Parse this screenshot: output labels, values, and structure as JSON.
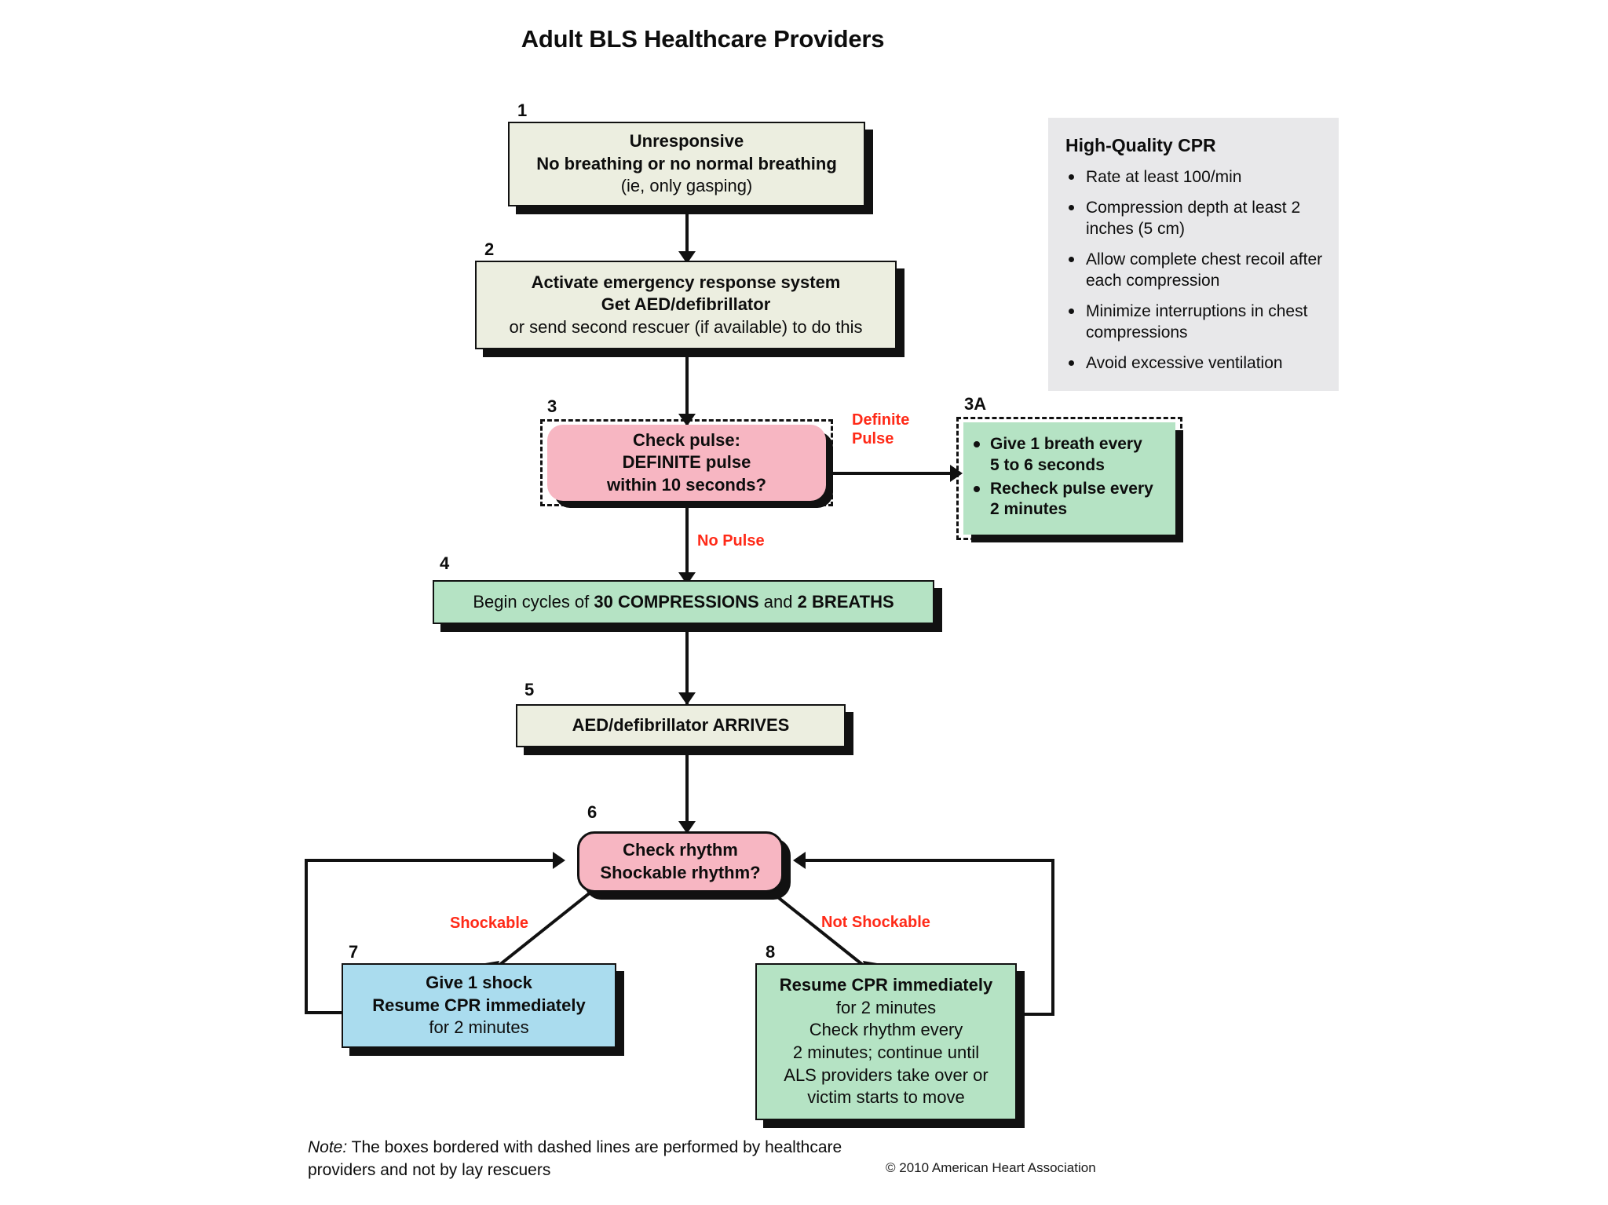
{
  "title": "Adult BLS Healthcare Providers",
  "colors": {
    "cream": "#eceee0",
    "green": "#b5e3c4",
    "blue": "#aadcee",
    "pink": "#f7b6c2",
    "panel_gray": "#e8e8ea",
    "label_red": "#ff2a18",
    "line_black": "#111111"
  },
  "steps": {
    "n1": "1",
    "n2": "2",
    "n3": "3",
    "n3a": "3A",
    "n4": "4",
    "n5": "5",
    "n6": "6",
    "n7": "7",
    "n8": "8"
  },
  "nodes": {
    "box1": {
      "number": "1",
      "lines": [
        {
          "text": "Unresponsive",
          "bold": true
        },
        {
          "text": "No breathing or no normal breathing",
          "bold": true
        },
        {
          "text": "(ie, only gasping)",
          "bold": false
        }
      ]
    },
    "box2": {
      "number": "2",
      "lines": [
        {
          "text": "Activate emergency response system",
          "bold": true
        },
        {
          "text": "Get AED/defibrillator",
          "bold": true
        },
        {
          "text": "or send second rescuer (if available) to do this",
          "bold": false
        }
      ]
    },
    "box3": {
      "number": "3",
      "dashed": true,
      "lines": [
        {
          "text": "Check pulse:",
          "bold": true
        },
        {
          "text": "DEFINITE pulse",
          "bold": true
        },
        {
          "text": "within 10 seconds?",
          "bold": true
        }
      ]
    },
    "box3a": {
      "number": "3A",
      "dashed": true,
      "bullets": [
        "Give 1 breath every\n5 to 6 seconds",
        "Recheck pulse every\n2 minutes"
      ]
    },
    "box4": {
      "number": "4",
      "rich": [
        {
          "text": "Begin cycles of ",
          "bold": false
        },
        {
          "text": "30 COMPRESSIONS",
          "bold": true
        },
        {
          "text": " and ",
          "bold": false
        },
        {
          "text": "2 BREATHS",
          "bold": true
        }
      ]
    },
    "box5": {
      "number": "5",
      "lines": [
        {
          "text": "AED/defibrillator ARRIVES",
          "bold": true
        }
      ]
    },
    "box6": {
      "number": "6",
      "lines": [
        {
          "text": "Check rhythm",
          "bold": true
        },
        {
          "text": "Shockable rhythm?",
          "bold": true
        }
      ]
    },
    "box7": {
      "number": "7",
      "lines": [
        {
          "text": "Give 1 shock",
          "bold": true
        },
        {
          "text": "Resume CPR immediately",
          "bold": true
        },
        {
          "text": "for 2 minutes",
          "bold": false
        }
      ]
    },
    "box8": {
      "number": "8",
      "lines": [
        {
          "text": "Resume CPR immediately",
          "bold": true
        },
        {
          "text": "for 2 minutes",
          "bold": false
        },
        {
          "text": "Check rhythm every",
          "bold": false
        },
        {
          "text": "2 minutes; continue until",
          "bold": false
        },
        {
          "text": "ALS providers take over or",
          "bold": false
        },
        {
          "text": "victim starts to move",
          "bold": false
        }
      ]
    }
  },
  "edge_labels": {
    "definite_pulse": "Definite\nPulse",
    "no_pulse": "No Pulse",
    "shockable": "Shockable",
    "not_shockable": "Not Shockable"
  },
  "cpr_panel": {
    "heading": "High-Quality CPR",
    "bullets": [
      "Rate at least 100/min",
      "Compression depth at least 2 inches (5 cm)",
      "Allow complete chest recoil after each compression",
      "Minimize interruptions in chest compressions",
      "Avoid excessive ventilation"
    ]
  },
  "footer": {
    "note_label": "Note:",
    "note_text": " The boxes bordered with dashed lines are performed by healthcare providers and not by lay rescuers",
    "copyright": "© 2010 American Heart Association"
  }
}
